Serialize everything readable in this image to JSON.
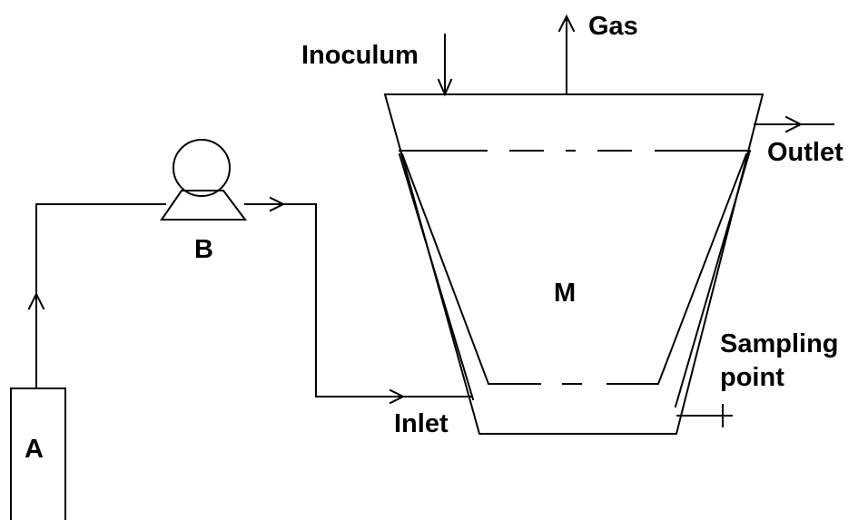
{
  "labels": {
    "inoculum": "Inoculum",
    "gas": "Gas",
    "outlet": "Outlet",
    "pump": "B",
    "reactor": "M",
    "sampling_line1": "Sampling",
    "sampling_line2": "point",
    "inlet": "Inlet",
    "tank": "A"
  },
  "colors": {
    "line": "#000000",
    "background": "#ffffff"
  }
}
